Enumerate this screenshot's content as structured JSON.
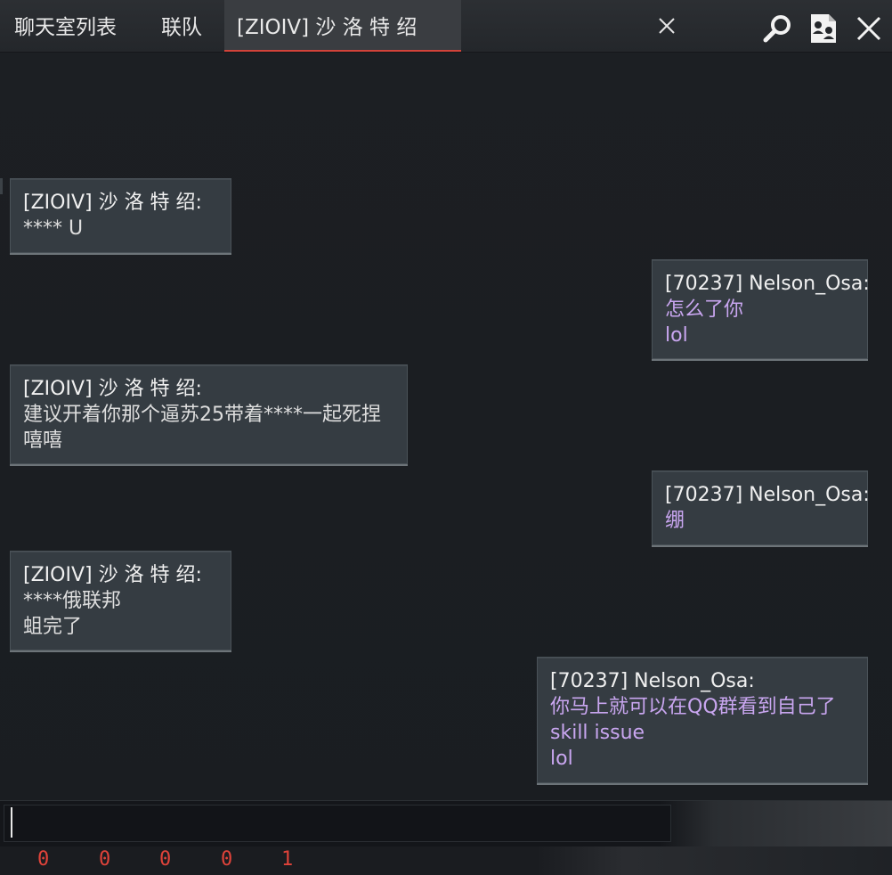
{
  "tabs": [
    {
      "label": "聊天室列表"
    },
    {
      "label": "联队"
    },
    {
      "label": "[ZIOIV] 沙 洛 特 绍"
    }
  ],
  "icons": {
    "search": "search-icon",
    "members": "members-list-icon",
    "close": "close-icon",
    "tab_close": "tab-close-icon"
  },
  "colors": {
    "accent": "#d2433a",
    "own_message_text": "#c9a6f0",
    "other_message_text": "#dedede",
    "counter": "#e0433a"
  },
  "messages": [
    {
      "sender": "[ZIOIV] 沙 洛 特 绍:",
      "lines": [
        "**** U"
      ]
    },
    {
      "sender": "[70237] Nelson_Osa:",
      "lines": [
        "怎么了你",
        "lol"
      ]
    },
    {
      "sender": "[ZIOIV] 沙 洛 特 绍:",
      "lines": [
        "建议开着你那个逼苏25带着****一起死捏",
        "嘻嘻"
      ]
    },
    {
      "sender": "[70237] Nelson_Osa:",
      "lines": [
        "绷"
      ]
    },
    {
      "sender": "[ZIOIV] 沙 洛 特 绍:",
      "lines": [
        "****俄联邦",
        "蛆完了"
      ]
    },
    {
      "sender": "[70237] Nelson_Osa:",
      "lines": [
        "你马上就可以在QQ群看到自己了",
        "skill issue",
        "lol"
      ]
    }
  ],
  "input": {
    "value": ""
  },
  "counters": [
    "0",
    "0",
    "0",
    "0",
    "1"
  ]
}
